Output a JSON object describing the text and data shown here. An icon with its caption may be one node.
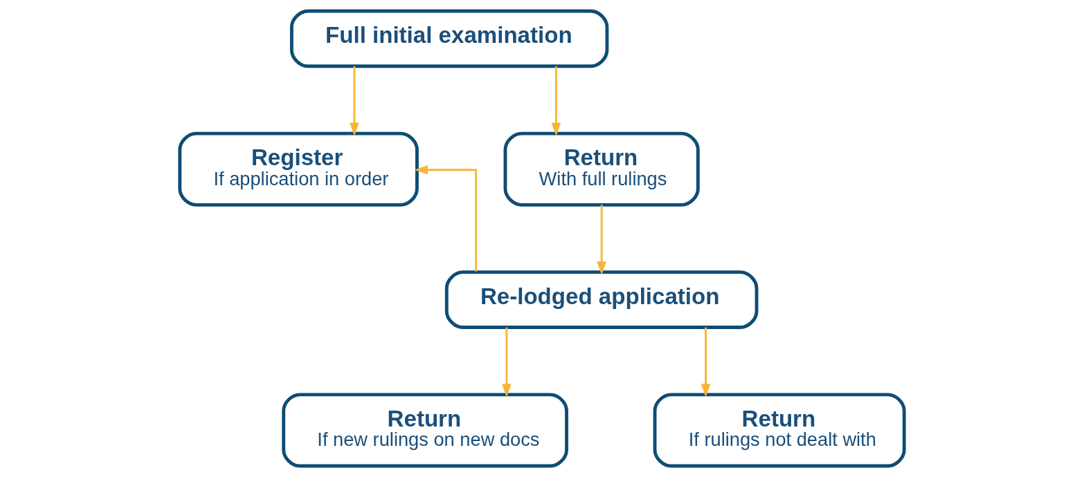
{
  "diagram": {
    "nodes": [
      {
        "text": [
          "Full initial examination"
        ]
      },
      {
        "text": [
          "Register",
          "If application in order"
        ]
      },
      {
        "text": [
          "Return",
          "With full rulings"
        ]
      },
      {
        "text": [
          "Re-lodged application"
        ]
      },
      {
        "text": [
          "Return",
          "If new rulings on new docs"
        ]
      },
      {
        "text": [
          "Return",
          "If rulings not dealt with"
        ]
      }
    ],
    "edges": [
      {
        "from": 0,
        "to": 1,
        "arrow": "to"
      },
      {
        "from": 0,
        "to": 2,
        "arrow": "to"
      },
      {
        "from": 2,
        "to": 3,
        "arrow": "to"
      },
      {
        "from": 3,
        "to": 1,
        "arrow": "to"
      },
      {
        "from": 3,
        "to": 4,
        "arrow": "to"
      },
      {
        "from": 3,
        "to": 5,
        "arrow": "to"
      }
    ]
  }
}
